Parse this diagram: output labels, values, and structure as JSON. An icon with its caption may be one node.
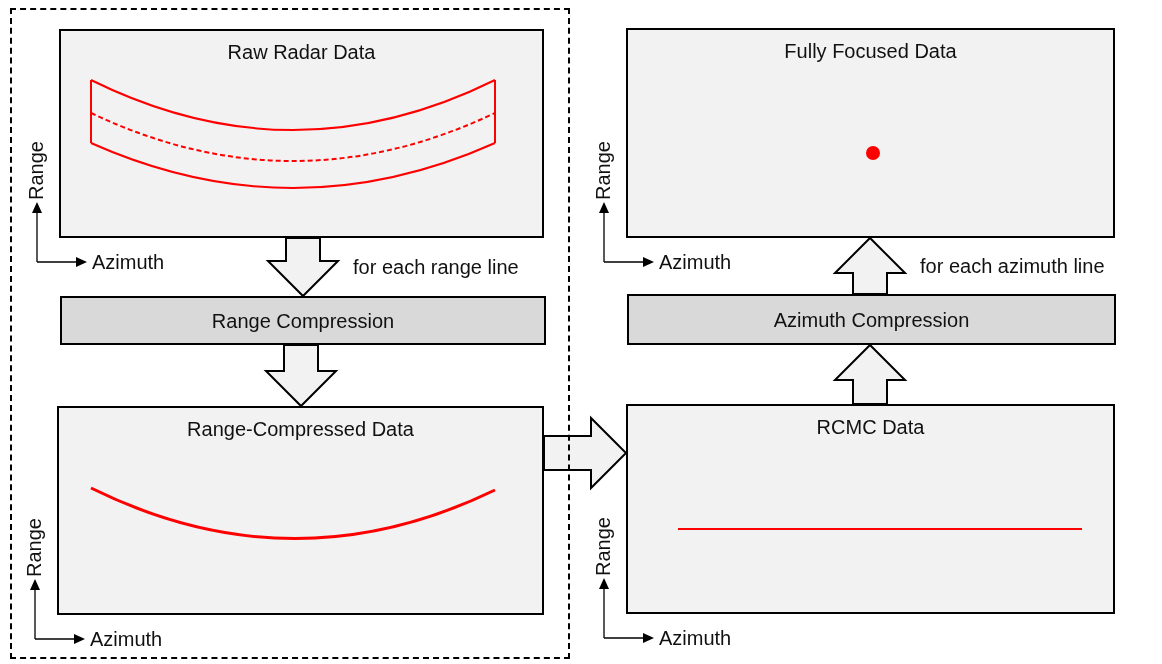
{
  "diagram": {
    "nodes": [
      {
        "text": [],
        "shape": "box"
      },
      {
        "text": [
          "Raw Radar Data"
        ],
        "in": 0,
        "beside": [
          "Range",
          "Azimuth"
        ]
      },
      {
        "text": [
          "Range Compression"
        ],
        "in": 0
      },
      {
        "text": [
          "Range-Compressed Data"
        ],
        "in": 0,
        "beside": [
          "Range",
          "Azimuth"
        ]
      },
      {
        "text": [
          "Fully Focused Data"
        ],
        "beside": [
          "Range",
          "Azimuth"
        ]
      },
      {
        "text": [
          "Azimuth Compression"
        ]
      },
      {
        "text": [
          "RCMC Data"
        ],
        "beside": [
          "Range",
          "Azimuth"
        ]
      }
    ],
    "edges": [
      {
        "from": 1,
        "to": 2,
        "arrow": "to",
        "label": "for each range line"
      },
      {
        "from": 2,
        "to": 3,
        "arrow": "to"
      },
      {
        "from": 3,
        "to": 6,
        "arrow": "to"
      },
      {
        "from": 6,
        "to": 5,
        "arrow": "to"
      },
      {
        "from": 5,
        "to": 4,
        "arrow": "to",
        "label": "for each azimuth line"
      }
    ]
  }
}
